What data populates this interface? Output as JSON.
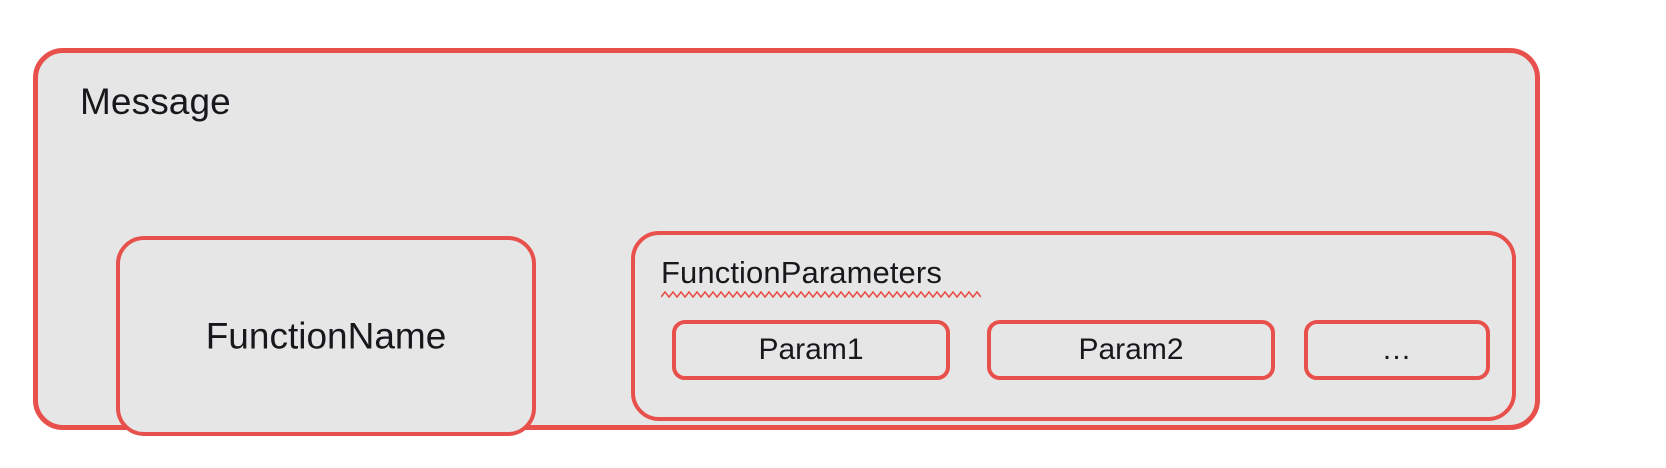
{
  "diagram": {
    "type": "nested-block-diagram",
    "background_color": "#ffffff",
    "box_fill_color": "#e6e6e6",
    "box_border_color": "#e8504c",
    "text_color": "#16181b",
    "squiggle_color": "#e8504c"
  },
  "message": {
    "title": "Message",
    "function_name": {
      "label": "FunctionName"
    },
    "function_parameters": {
      "title": "FunctionParameters",
      "title_has_spellcheck_underline": true,
      "params": [
        {
          "label": "Param1"
        },
        {
          "label": "Param2"
        },
        {
          "label": "…"
        }
      ]
    }
  }
}
